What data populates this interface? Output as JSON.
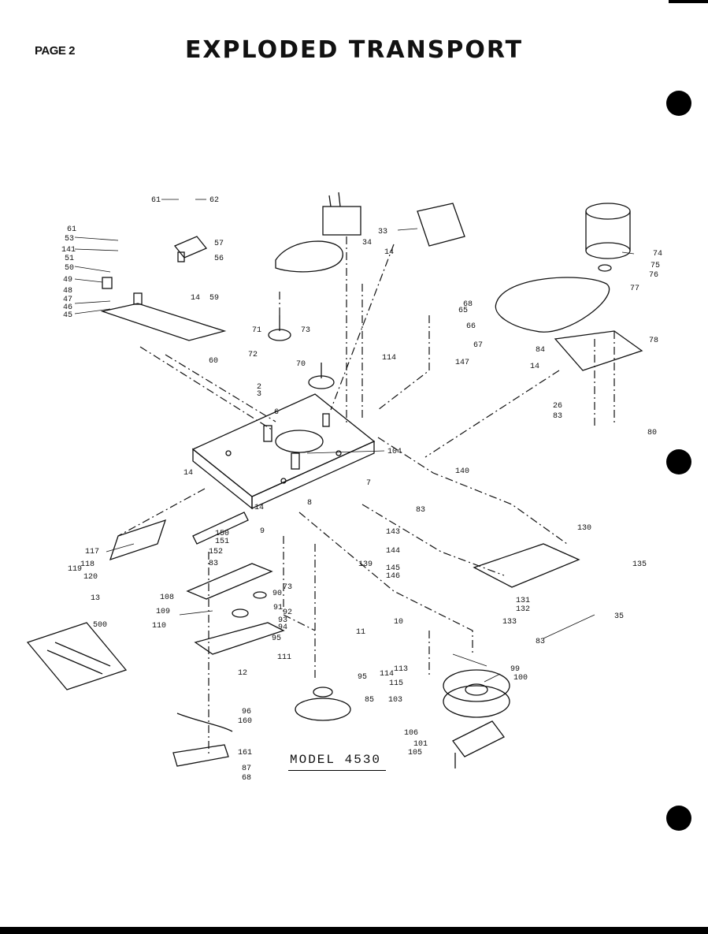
{
  "page_label": "PAGE 2",
  "title": "EXPLODED TRANSPORT",
  "model_label": "MODEL 4530",
  "part_numbers": [
    "61",
    "62",
    "61",
    "53",
    "141",
    "51",
    "50",
    "49",
    "48",
    "47",
    "46",
    "45",
    "57",
    "56",
    "14",
    "59",
    "60",
    "34",
    "33",
    "14",
    "74",
    "75",
    "76",
    "77",
    "78",
    "68",
    "65",
    "66",
    "67",
    "147",
    "114",
    "84",
    "14",
    "26",
    "83",
    "80",
    "71",
    "73",
    "72",
    "70",
    "2",
    "3",
    "6",
    "104",
    "14",
    "7",
    "140",
    "83",
    "8",
    "130",
    "135",
    "35",
    "83",
    "117",
    "118",
    "119",
    "120",
    "13",
    "150",
    "151",
    "152",
    "83",
    "14",
    "9",
    "143",
    "144",
    "145",
    "146",
    "139",
    "108",
    "109",
    "110",
    "73",
    "90",
    "91",
    "92",
    "93",
    "94",
    "95",
    "131",
    "132",
    "133",
    "500",
    "11",
    "10",
    "12",
    "111",
    "95",
    "85",
    "113",
    "114",
    "115",
    "103",
    "99",
    "100",
    "96",
    "160",
    "161",
    "87",
    "68",
    "106",
    "101",
    "105"
  ]
}
